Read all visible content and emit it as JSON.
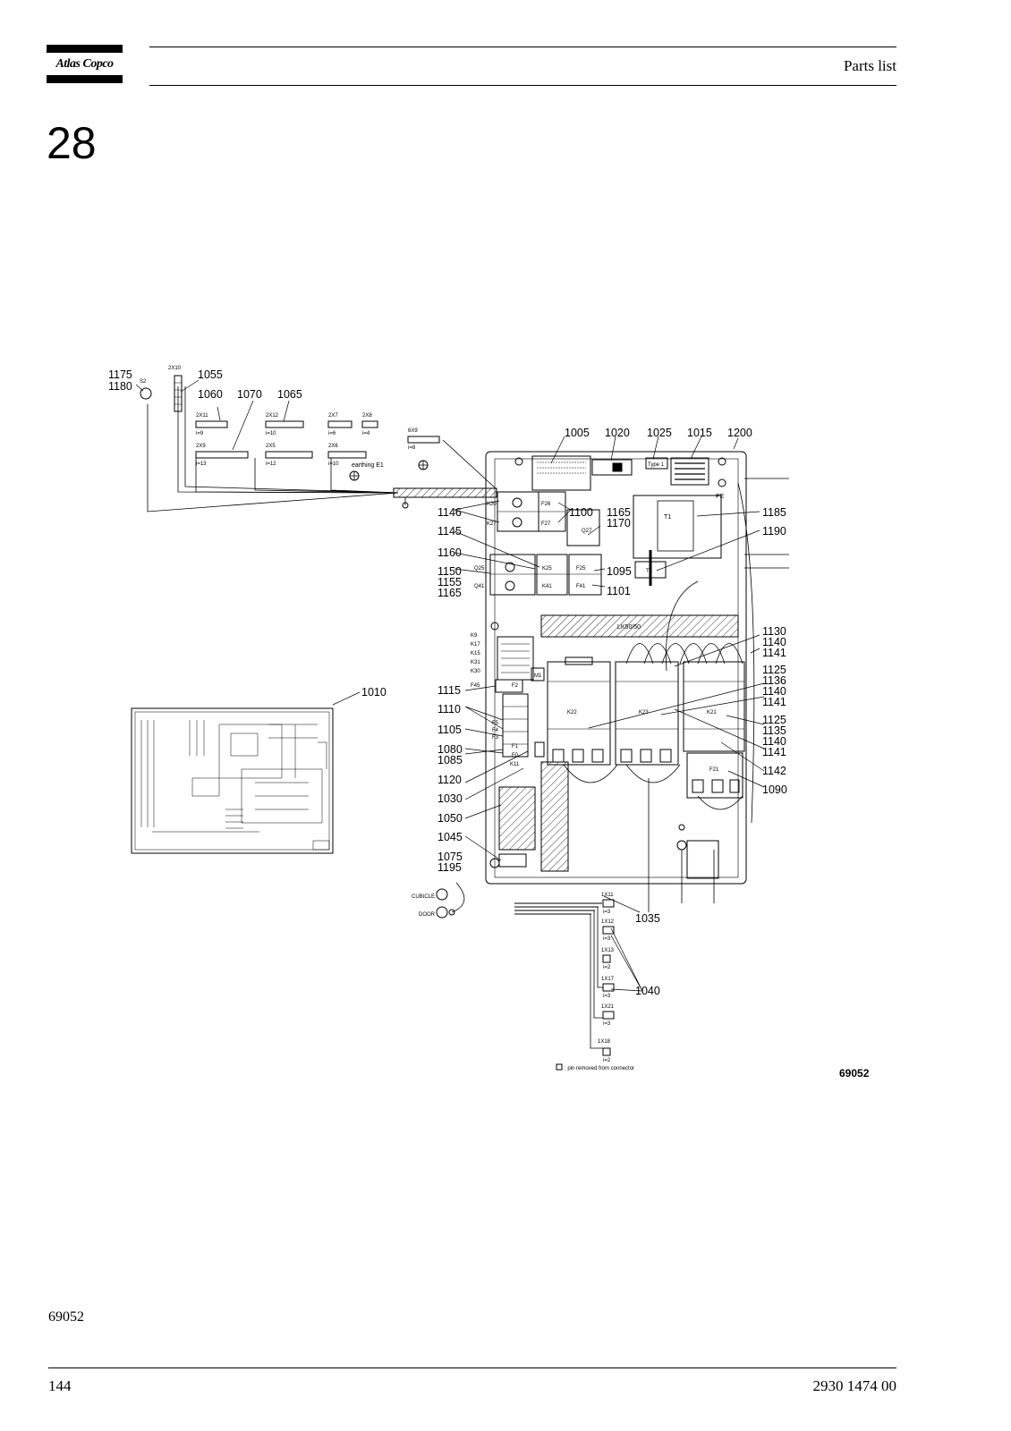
{
  "header": {
    "logo_text": "Atlas Copco",
    "title": "Parts list"
  },
  "section": {
    "number": "28"
  },
  "drawing": {
    "figure_id": "69052",
    "part_numbers": [
      "1175",
      "1180",
      "1055",
      "1060",
      "1070",
      "1065",
      "1005",
      "1020",
      "1025",
      "1015",
      "1200",
      "1146",
      "1100",
      "1165",
      "1170",
      "1185",
      "1145",
      "1190",
      "1160",
      "1150",
      "1155",
      "1165b",
      "1095",
      "1101",
      "1130",
      "1140",
      "1141",
      "1125",
      "1136",
      "1140b",
      "1141b",
      "1010",
      "1115",
      "1110",
      "1105",
      "1080",
      "1085",
      "1120",
      "1030",
      "1050",
      "1045",
      "1075",
      "1195",
      "1125b",
      "1135",
      "1140c",
      "1141c",
      "1142",
      "1090",
      "1035",
      "1040"
    ],
    "labels": {
      "s2": "S2",
      "x2x10": "2X10",
      "x2x11": "2X11",
      "x2x12": "2X12",
      "x2x7": "2X7",
      "x2x8": "2X8",
      "x2x9": "2X9",
      "x2x5": "2X5",
      "x2x6": "2X6",
      "x6x9": "6X9",
      "earthing": "earthing E1",
      "i9": "i=9",
      "i10": "i=10",
      "i6": "i=6",
      "i4": "i=4",
      "i13": "i=13",
      "i12": "i=12",
      "i10b": "i=10",
      "i8": "i=8",
      "pe": "PE",
      "t1": "T1",
      "t2": "T2",
      "type1": "Type 1",
      "k20": "K20",
      "k27": "K27",
      "f26": "F26",
      "f27": "F27",
      "q27": "Q27",
      "q25": "Q25",
      "k25": "K25",
      "f25": "F25",
      "q41": "Q41",
      "k41": "K41",
      "f41": "F41",
      "lk": "LK50/50",
      "k22": "K22",
      "k23": "K23",
      "k21": "K21",
      "f21": "F21",
      "k9": "K9",
      "k17": "K17",
      "k15": "K15",
      "k31": "K31",
      "k30": "K30",
      "f45": "F45",
      "f2": "F2",
      "f5": "F5",
      "f4": "F4",
      "f3": "F3",
      "f1": "F1",
      "f0": "F0",
      "k11": "K11",
      "m1": "M1",
      "cubicle": "CUBICLE",
      "door": "DOOR",
      "x1x11": "1X11",
      "x1x12": "1X12",
      "x1x13": "1X13",
      "x1x17": "1X17",
      "x1x21": "1X21",
      "x1x18": "1X18",
      "i3a": "i=3",
      "i3b": "i=3",
      "i2a": "i=2",
      "i3c": "i=3",
      "i3d": "i=3",
      "i2b": "i=2",
      "legend": ": pin removed from connector"
    }
  },
  "footer": {
    "figure_ref": "69052",
    "page_number": "144",
    "doc_number": "2930 1474 00"
  }
}
